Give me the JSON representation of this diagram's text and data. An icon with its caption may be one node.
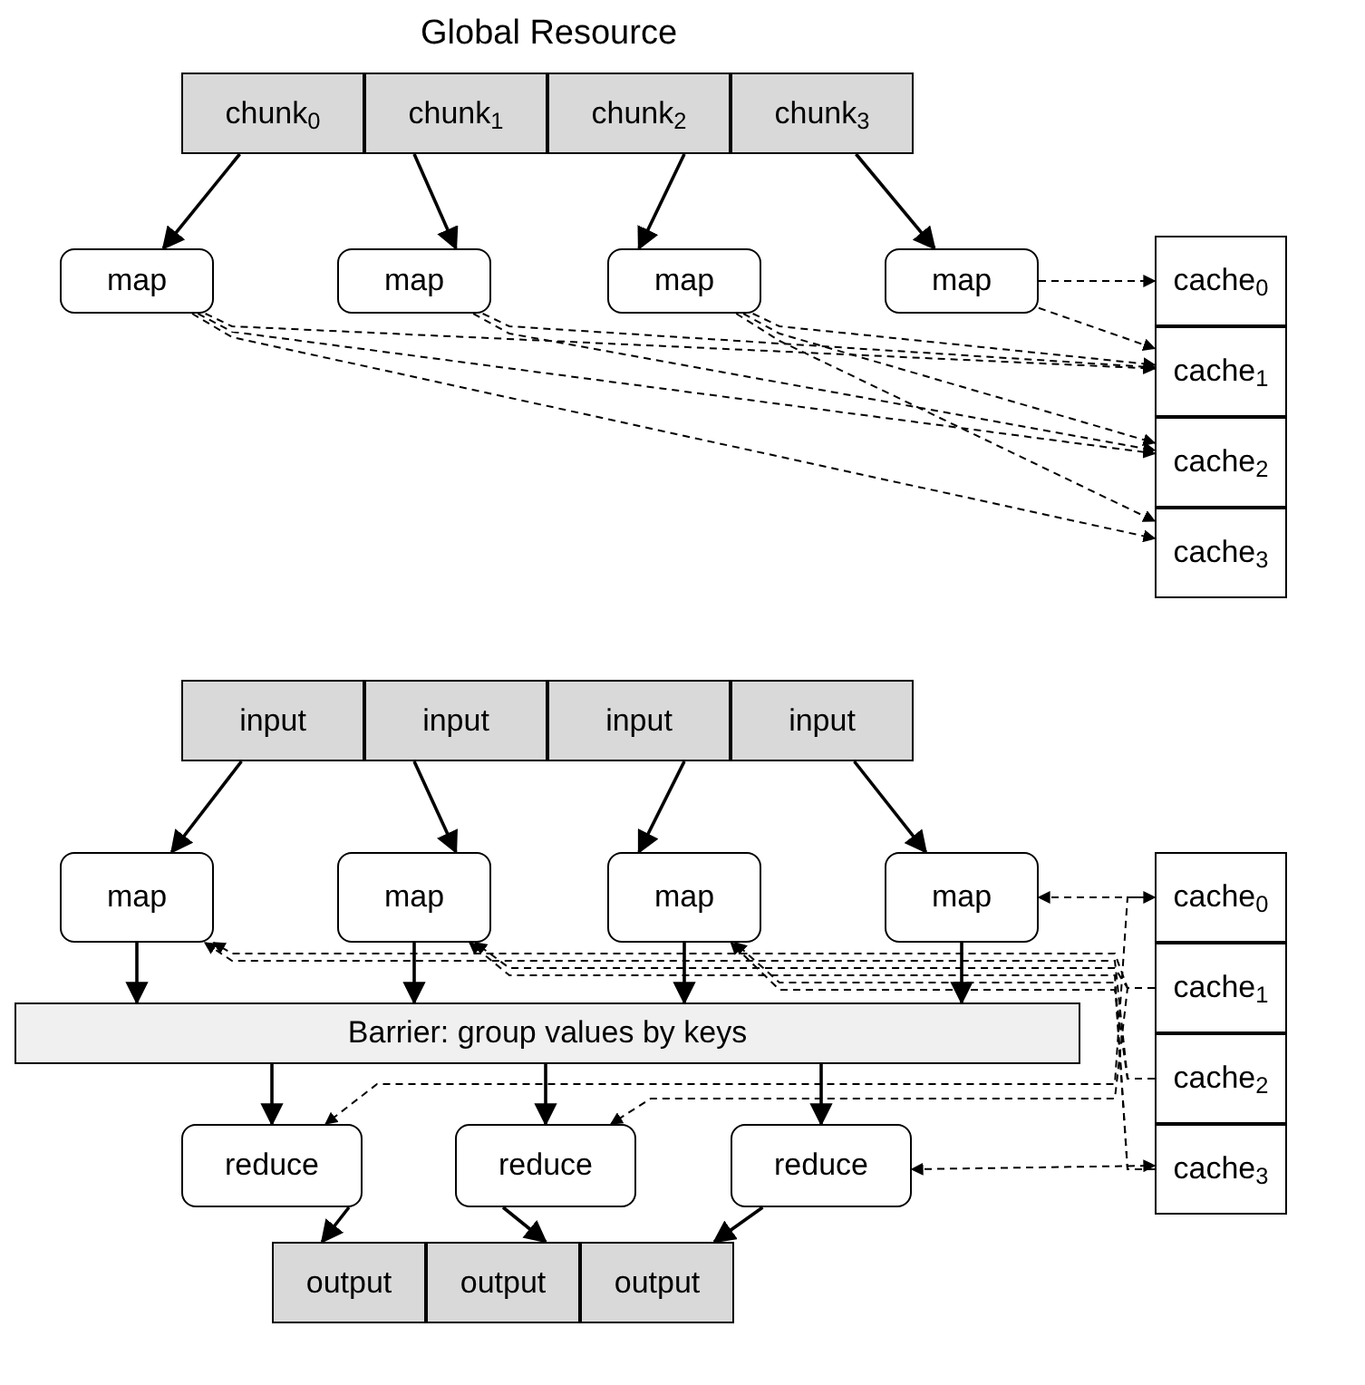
{
  "diagram": {
    "nodes": [
      {
        "text": [
          "chunk$_{0}$"
        ]
      },
      {
        "text": [
          "chunk$_{1}$"
        ]
      },
      {
        "text": [
          "chunk$_{2}$"
        ]
      },
      {
        "text": [
          "chunk$_{3}$"
        ]
      },
      {
        "text": [
          "map"
        ]
      },
      {
        "text": [
          "map"
        ]
      },
      {
        "text": [
          "map"
        ]
      },
      {
        "text": [
          "map"
        ]
      },
      {
        "text": [
          "cache$_{0}$"
        ]
      },
      {
        "text": [
          "cache$_{1}$"
        ]
      },
      {
        "text": [
          "cache$_{2}$"
        ]
      },
      {
        "text": [
          "cache$_{3}$"
        ]
      },
      {
        "text": [
          "input"
        ]
      },
      {
        "text": [
          "input"
        ]
      },
      {
        "text": [
          "input"
        ]
      },
      {
        "text": [
          "input"
        ]
      },
      {
        "text": [
          "map"
        ]
      },
      {
        "text": [
          "map"
        ]
      },
      {
        "text": [
          "map"
        ]
      },
      {
        "text": [
          "map"
        ]
      },
      {
        "text": [
          "Barrier: group values by keys"
        ]
      },
      {
        "text": [
          "reduce"
        ]
      },
      {
        "text": [
          "reduce"
        ]
      },
      {
        "text": [
          "reduce"
        ]
      },
      {
        "text": [
          "cache$_{0}$"
        ]
      },
      {
        "text": [
          "cache$_{1}$"
        ]
      },
      {
        "text": [
          "cache$_{2}$"
        ]
      },
      {
        "text": [
          "cache$_{3}$"
        ]
      },
      {
        "text": [
          "output"
        ]
      },
      {
        "text": [
          "output"
        ]
      },
      {
        "text": [
          "output"
        ]
      }
    ],
    "edges": [
      {
        "from": 0,
        "to": 4,
        "arrow": "to"
      },
      {
        "from": 1,
        "to": 5,
        "arrow": "to"
      },
      {
        "from": 2,
        "to": 6,
        "arrow": "to"
      },
      {
        "from": 3,
        "to": 7,
        "arrow": "to"
      },
      {
        "from": 4,
        "to": 9,
        "arrow": "to",
        "style": "dashed"
      },
      {
        "from": 4,
        "to": 10,
        "arrow": "to",
        "style": "dashed"
      },
      {
        "from": 4,
        "to": 11,
        "arrow": "to",
        "style": "dashed"
      },
      {
        "from": 5,
        "to": 9,
        "arrow": "to",
        "style": "dashed"
      },
      {
        "from": 5,
        "to": 10,
        "arrow": "to",
        "style": "dashed"
      },
      {
        "from": 6,
        "to": 9,
        "arrow": "to",
        "style": "dashed"
      },
      {
        "from": 6,
        "to": 10,
        "arrow": "to",
        "style": "dashed"
      },
      {
        "from": 6,
        "to": 11,
        "arrow": "to",
        "style": "dashed"
      },
      {
        "from": 7,
        "to": 8,
        "arrow": "to",
        "style": "dashed"
      },
      {
        "from": 7,
        "to": 9,
        "arrow": "to",
        "style": "dashed"
      },
      {
        "from": 12,
        "to": 16,
        "arrow": "to"
      },
      {
        "from": 13,
        "to": 17,
        "arrow": "to"
      },
      {
        "from": 14,
        "to": 18,
        "arrow": "to"
      },
      {
        "from": 15,
        "to": 19,
        "arrow": "to"
      },
      {
        "from": 16,
        "to": 20,
        "arrow": "to"
      },
      {
        "from": 17,
        "to": 20,
        "arrow": "to"
      },
      {
        "from": 18,
        "to": 20,
        "arrow": "to"
      },
      {
        "from": 19,
        "to": 20,
        "arrow": "to"
      },
      {
        "from": 20,
        "to": 21,
        "arrow": "to"
      },
      {
        "from": 20,
        "to": 22,
        "arrow": "to"
      },
      {
        "from": 20,
        "to": 23,
        "arrow": "to"
      },
      {
        "from": 25,
        "to": 16,
        "arrow": "to",
        "style": "dashed"
      },
      {
        "from": 26,
        "to": 16,
        "arrow": "to",
        "style": "dashed"
      },
      {
        "from": 25,
        "to": 17,
        "arrow": "to",
        "style": "dashed"
      },
      {
        "from": 27,
        "to": 17,
        "arrow": "to",
        "style": "dashed"
      },
      {
        "from": 27,
        "to": 18,
        "arrow": "to",
        "style": "dashed"
      },
      {
        "from": 26,
        "to": 18,
        "arrow": "to",
        "style": "dashed"
      },
      {
        "from": 19,
        "to": 24,
        "arrow": "both",
        "style": "dashed"
      },
      {
        "from": 24,
        "to": 21,
        "arrow": "to",
        "style": "dashed"
      },
      {
        "from": 25,
        "to": 22,
        "arrow": "to",
        "style": "dashed"
      },
      {
        "from": 23,
        "to": 27,
        "arrow": "both",
        "style": "dashed"
      },
      {
        "from": 21,
        "to": 28,
        "arrow": "to"
      },
      {
        "from": 22,
        "to": 29,
        "arrow": "to"
      },
      {
        "from": 23,
        "to": 30,
        "arrow": "to"
      }
    ],
    "labels": [
      "Global Resource"
    ]
  }
}
